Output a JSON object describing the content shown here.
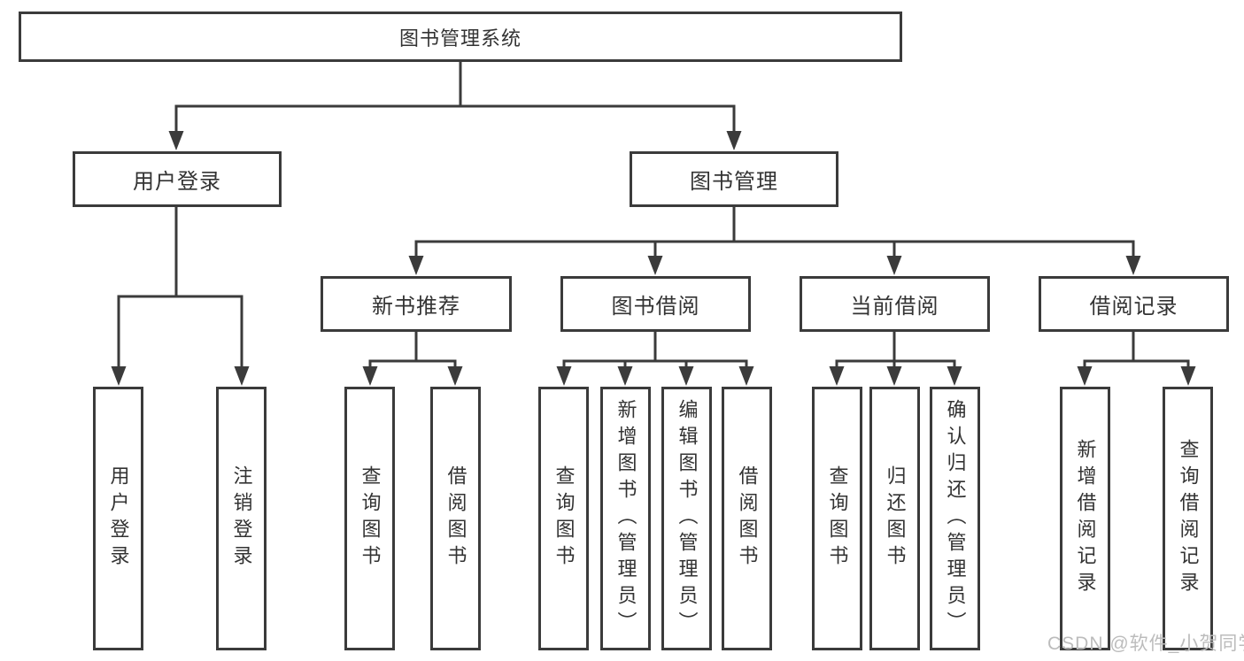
{
  "tree": {
    "label": "图书管理系统",
    "children": [
      {
        "label": "用户登录",
        "children": [
          {
            "label": "用户登录"
          },
          {
            "label": "注销登录"
          }
        ]
      },
      {
        "label": "图书管理",
        "children": [
          {
            "label": "新书推荐",
            "children": [
              {
                "label": "查询图书"
              },
              {
                "label": "借阅图书"
              }
            ]
          },
          {
            "label": "图书借阅",
            "children": [
              {
                "label": "查询图书"
              },
              {
                "label": "新增图书（管理员）"
              },
              {
                "label": "编辑图书（管理员）"
              },
              {
                "label": "借阅图书"
              }
            ]
          },
          {
            "label": "当前借阅",
            "children": [
              {
                "label": "查询图书"
              },
              {
                "label": "归还图书"
              },
              {
                "label": "确认归还（管理员）"
              }
            ]
          },
          {
            "label": "借阅记录",
            "children": [
              {
                "label": "新增借阅记录"
              },
              {
                "label": "查询借阅记录"
              }
            ]
          }
        ]
      }
    ]
  },
  "watermark": {
    "text": "CSDN @软件_小贺同学"
  },
  "colors": {
    "line": "#3b3b3b",
    "box_border": "#3b3b3b",
    "box_fill": "#ffffff",
    "text": "#333333",
    "watermark": "#bcbcbc"
  }
}
